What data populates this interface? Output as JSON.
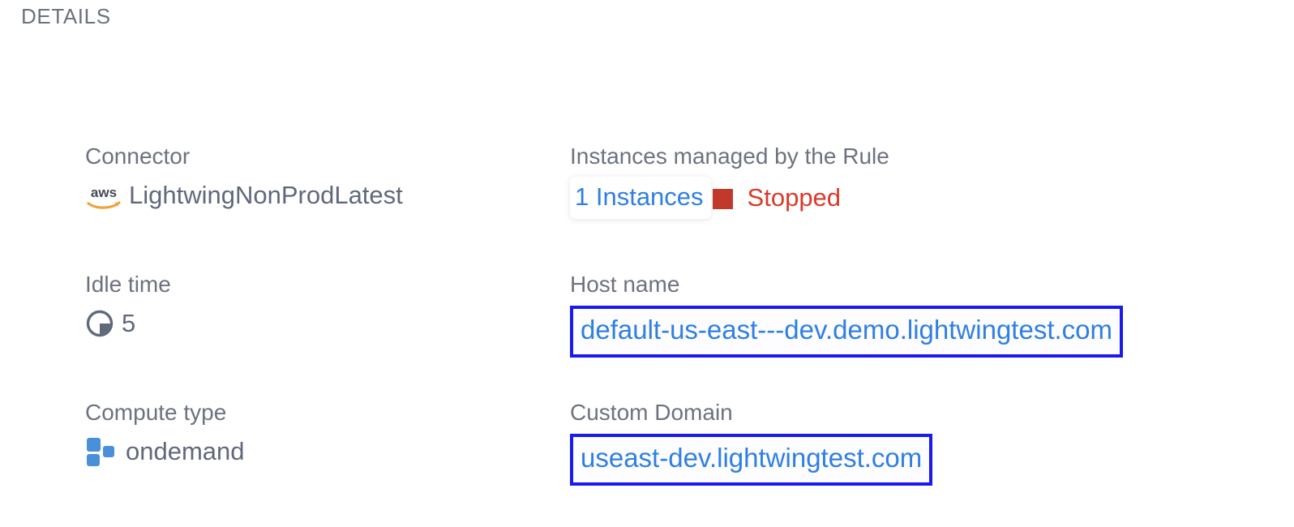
{
  "header": {
    "title": "DETAILS"
  },
  "colors": {
    "label_gray": "#6c7280",
    "value_gray": "#60687c",
    "link_blue": "#2f7fe4",
    "highlight_border_blue": "#1a1aee",
    "status_red_square": "#c0392b",
    "status_red_text": "#d93a2b",
    "compute_icon_blue": "#4a90d9",
    "aws_swoosh_orange": "#f0a33c"
  },
  "fields": {
    "connector": {
      "label": "Connector",
      "value": "LightwingNonProdLatest",
      "icon": "aws-icon"
    },
    "instances_managed": {
      "label": "Instances managed by the Rule",
      "count_label": "1 Instances",
      "status_label": "Stopped",
      "status_icon": "stopped-square-icon"
    },
    "idle_time": {
      "label": "Idle time",
      "value": "5",
      "icon": "clock-icon"
    },
    "host_name": {
      "label": "Host name",
      "value": "default-us-east---dev.demo.lightwingtest.com"
    },
    "compute_type": {
      "label": "Compute type",
      "value": "ondemand",
      "icon": "compute-blocks-icon"
    },
    "custom_domain": {
      "label": "Custom Domain",
      "value": "useast-dev.lightwingtest.com"
    }
  }
}
